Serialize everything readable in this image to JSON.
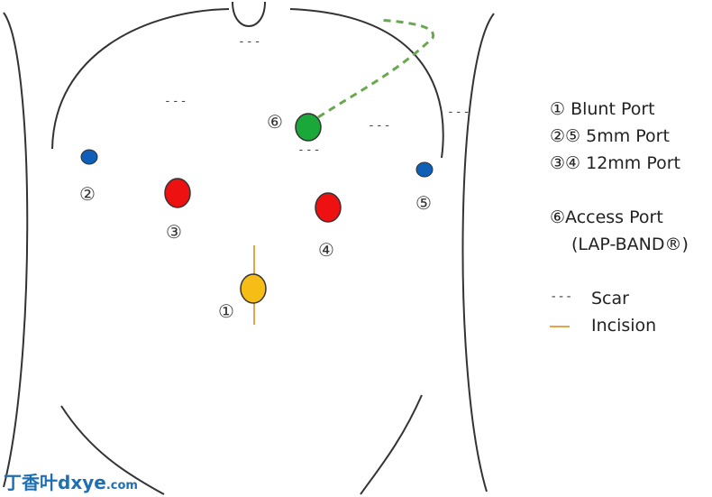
{
  "colors": {
    "outline": "#333333",
    "blunt_port": "#f7bd17",
    "port_5mm": "#0d5fb8",
    "port_12mm": "#ee1111",
    "access_port": "#1aa83a",
    "access_tube": "#6aa84f",
    "incision": "#e8a24a"
  },
  "markers": {
    "m1": "①",
    "m2": "②",
    "m3": "③",
    "m4": "④",
    "m5": "⑤",
    "m6": "⑥"
  },
  "scar_mark": "---",
  "legend": {
    "blunt": "① Blunt Port",
    "p5mm": "②⑤ 5mm Port",
    "p12mm": "③④ 12mm Port",
    "access": "⑥Access Port",
    "lapband": "(LAP-BAND®)",
    "scar": "Scar",
    "incision": "Incision"
  },
  "watermark": {
    "cn": "丁香叶",
    "en": "dxye",
    "suffix": ".com"
  }
}
